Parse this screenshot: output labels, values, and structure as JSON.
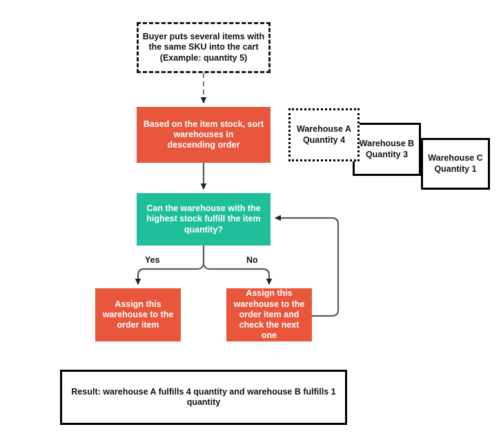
{
  "diagram": {
    "title": "Warehouse fulfillment allocation flow",
    "colors": {
      "process_fill": "#e8563c",
      "decision_fill": "#20bf9b",
      "text_on_fill": "#ffffff",
      "outline": "#000000",
      "connector": "#5a5a5a",
      "background": "#ffffff"
    },
    "nodes": {
      "start": {
        "label": "Buyer puts several items with\nthe same SKU into the cart\n(Example: quantity 5)",
        "shape": "dashed-rectangle"
      },
      "sort": {
        "label": "Based on the item stock, sort\nwarehouses in\ndescending order",
        "shape": "filled-rectangle"
      },
      "decision": {
        "label": "Can the warehouse with the\nhighest stock fulfill the item\nquantity?",
        "shape": "filled-rectangle"
      },
      "assign_yes": {
        "label": "Assign this\nwarehouse to the\norder item",
        "shape": "filled-rectangle"
      },
      "assign_no": {
        "label": "Assign this\nwarehouse to the\norder item and\ncheck the next\none",
        "shape": "filled-rectangle"
      },
      "result": {
        "label": "Result: warehouse A fulfills 4 quantity and warehouse B fulfills 1\nquantity",
        "shape": "solid-rectangle"
      }
    },
    "warehouses": [
      {
        "name": "Warehouse A",
        "quantity_label": "Quantity 4",
        "label": "Warehouse A\nQuantity 4",
        "border": "dotted"
      },
      {
        "name": "Warehouse B",
        "quantity_label": "Quantity 3",
        "label": "Warehouse B\nQuantity 3",
        "border": "solid"
      },
      {
        "name": "Warehouse C",
        "quantity_label": "Quantity 1",
        "label": "Warehouse C\nQuantity 1",
        "border": "solid"
      }
    ],
    "edge_labels": {
      "yes": "Yes",
      "no": "No"
    }
  }
}
